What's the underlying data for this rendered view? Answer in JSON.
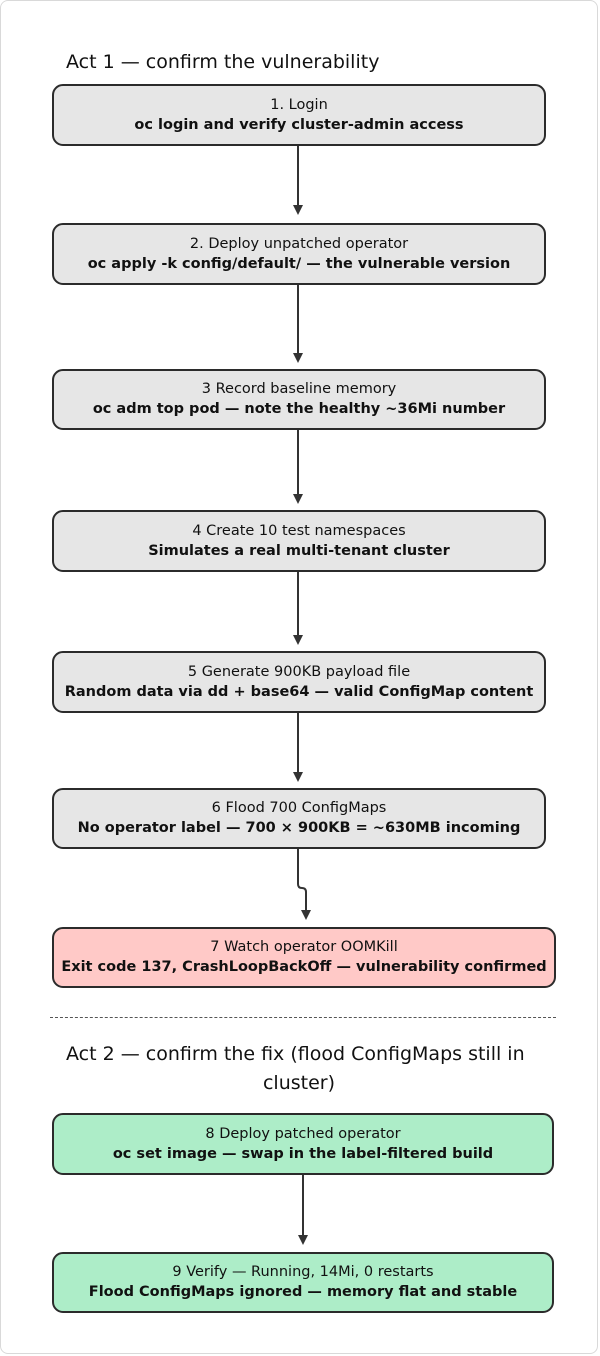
{
  "act1": {
    "title": "Act 1 — confirm the vulnerability"
  },
  "act2": {
    "title_line1": "Act 2 — confirm the fix (flood ConfigMaps still in",
    "title_line2": "cluster)"
  },
  "steps": [
    {
      "title": "1. Login",
      "detail": "oc login and verify cluster-admin access",
      "status": "normal",
      "color": "#e6e6e6"
    },
    {
      "title": "2. Deploy unpatched operator",
      "detail": "oc apply -k config/default/ — the vulnerable version",
      "status": "normal",
      "color": "#e6e6e6"
    },
    {
      "title": "3 Record baseline memory",
      "detail": "oc adm top pod — note the healthy ~36Mi number",
      "status": "normal",
      "color": "#e6e6e6"
    },
    {
      "title": "4 Create 10 test namespaces",
      "detail": "Simulates a real multi-tenant cluster",
      "status": "normal",
      "color": "#e6e6e6"
    },
    {
      "title": "5 Generate 900KB payload file",
      "detail": "Random data via dd + base64 — valid ConfigMap content",
      "status": "normal",
      "color": "#e6e6e6"
    },
    {
      "title": "6 Flood 700 ConfigMaps",
      "detail": "No operator label — 700 × 900KB = ~630MB incoming",
      "status": "normal",
      "color": "#e6e6e6"
    },
    {
      "title": "7 Watch operator OOMKill",
      "detail": "Exit code 137, CrashLoopBackOff — vulnerability confirmed",
      "status": "failure",
      "color": "#ffc9c7"
    },
    {
      "title": "8 Deploy patched operator",
      "detail": "oc set image — swap in the label-filtered build",
      "status": "success",
      "color": "#adedc8"
    },
    {
      "title": "9 Verify — Running, 14Mi, 0 restarts",
      "detail": "Flood ConfigMaps ignored — memory flat and stable",
      "status": "success",
      "color": "#adedc8"
    }
  ],
  "colors": {
    "stroke": "#2b2b2b",
    "arrow": "#333333"
  }
}
